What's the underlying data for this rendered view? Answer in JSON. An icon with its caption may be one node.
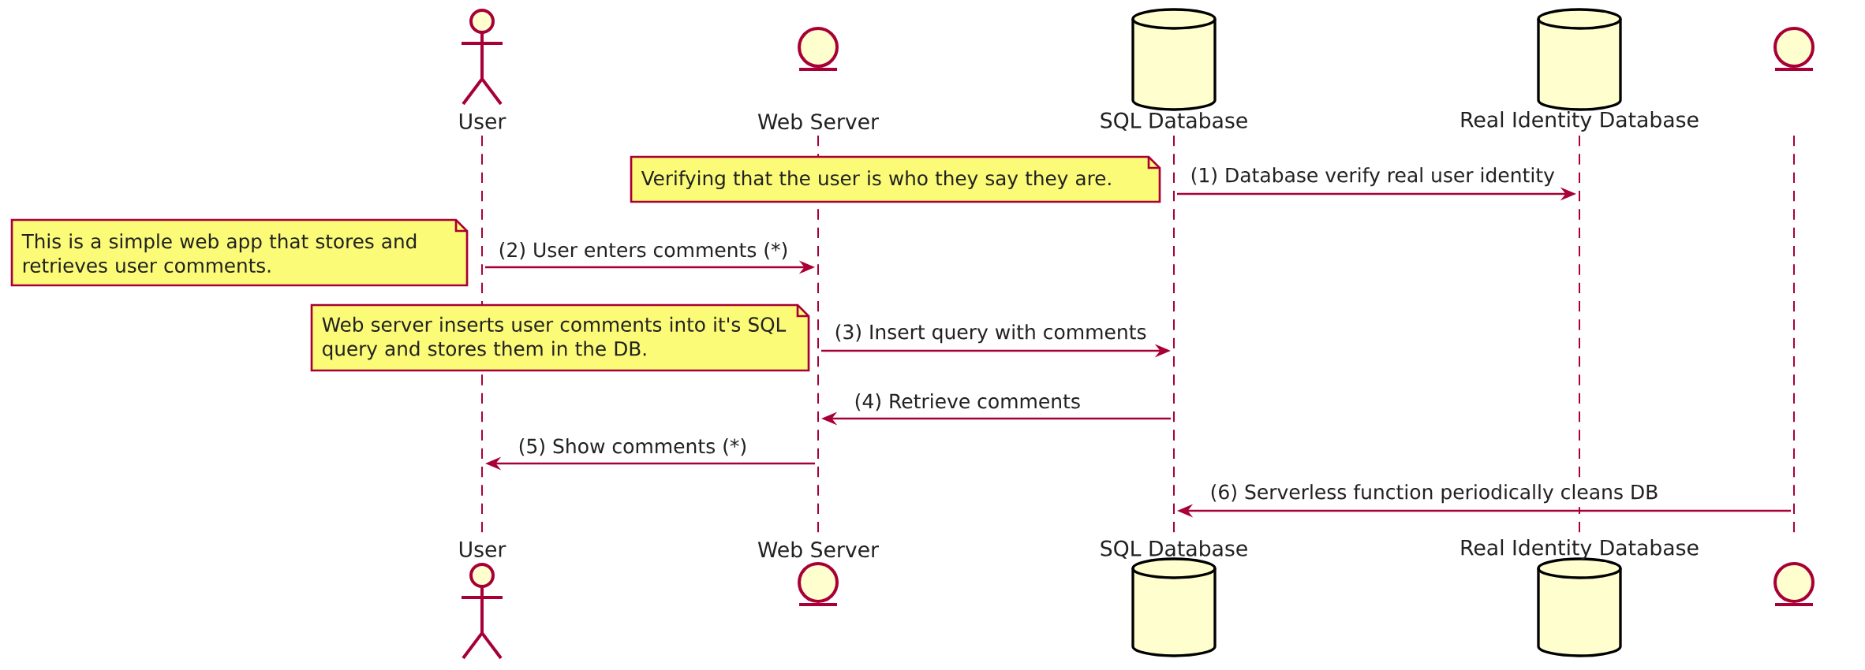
{
  "diagram": {
    "nodes": [
      {
        "text": [
          "User"
        ]
      },
      {
        "text": [
          "Web Server"
        ]
      },
      {
        "text": [
          "SQL Database"
        ]
      },
      {
        "text": [
          "Real Identity Database"
        ]
      },
      {
        "text": [],
        "shape": "circle"
      },
      {
        "text": [],
        "shape": "line"
      },
      {
        "text": [],
        "shape": "line"
      },
      {
        "text": [],
        "shape": "line"
      },
      {
        "text": [],
        "shape": "line"
      },
      {
        "text": [],
        "shape": "line"
      },
      {
        "text": [
          "Verifying that the user is who they say they are."
        ]
      },
      {
        "text": [
          "This is a simple web app that stores and retrieves user comments."
        ]
      },
      {
        "text": [
          "Web server inserts user comments into it's SQL query and stores them in the DB."
        ]
      },
      {
        "text": [
          "User"
        ]
      },
      {
        "text": [
          "Web Server"
        ]
      },
      {
        "text": [
          "SQL Database"
        ]
      },
      {
        "text": [
          "Real Identity Database"
        ]
      },
      {
        "text": [],
        "shape": "circle"
      }
    ],
    "edges": [
      {
        "from": 7,
        "to": 8,
        "arrow": "to",
        "label": "(1) Database verify real user identity"
      },
      {
        "from": 5,
        "to": 6,
        "arrow": "to",
        "label": "(2) User enters comments (*)"
      },
      {
        "from": 6,
        "to": 7,
        "arrow": "to",
        "label": "(3) Insert query with comments"
      },
      {
        "from": 7,
        "to": 6,
        "arrow": "to",
        "label": "(4) Retrieve comments"
      },
      {
        "from": 6,
        "to": 5,
        "arrow": "to",
        "label": "(5) Show comments (*)"
      },
      {
        "from": 9,
        "to": 7,
        "arrow": "to",
        "label": "(6) Serverless function periodically cleans DB"
      }
    ]
  }
}
